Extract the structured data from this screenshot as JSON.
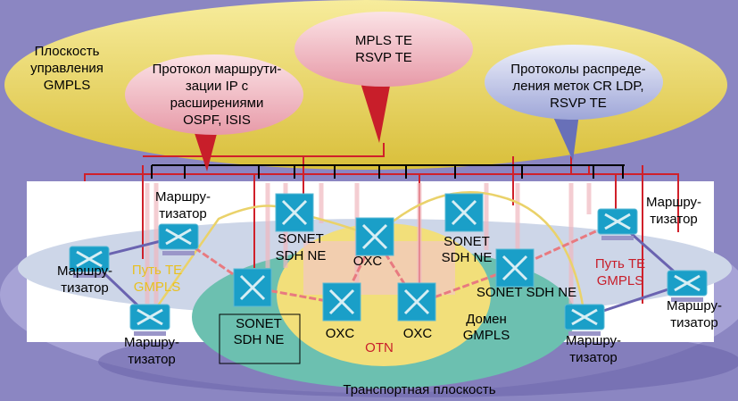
{
  "control_plane": {
    "title_lines": [
      "Плоскость",
      "управления",
      "GMPLS"
    ]
  },
  "bubbles": {
    "routing": {
      "lines": [
        "Протокол маршрути-",
        "зации IP с",
        "расширениями",
        "OSPF, ISIS"
      ]
    },
    "mpls": {
      "lines": [
        "MPLS TE",
        "RSVP TE"
      ]
    },
    "labels": {
      "lines": [
        "Протоколы распреде-",
        "ления меток CR LDP,",
        "RSVP TE"
      ]
    }
  },
  "nodes": {
    "router_label": [
      "Маршру-",
      "тизатор"
    ],
    "sonet_label": [
      "SONET",
      "SDH NE"
    ],
    "sonet_single": "SONET SDH NE",
    "oxc_label": "OXC"
  },
  "paths": {
    "te_path_left": [
      "Путь TE",
      "GMPLS"
    ],
    "te_path_right": [
      "Путь TE",
      "GMPLS"
    ]
  },
  "domains": {
    "otn": "OTN",
    "gmpls_domain": [
      "Домен",
      "GMPLS"
    ],
    "transport_plane": "Транспортная плоскость"
  },
  "colors": {
    "background": "#8b86c2",
    "control_plane": "#e8d055",
    "device": "#1a9fc8",
    "control_link": "#d0202a",
    "te_path_yellow": "#e8c020",
    "te_path_red": "#c81e2a",
    "otn_zone": "#f2df7a",
    "gmpls_zone": "#6cc0b0"
  }
}
